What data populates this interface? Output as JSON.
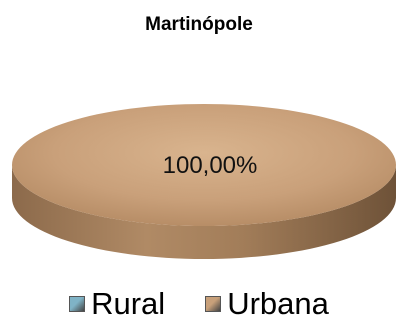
{
  "chart_data": {
    "type": "pie",
    "title": "Martinópole",
    "categories": [
      "Rural",
      "Urbana"
    ],
    "values": [
      0,
      100
    ],
    "data_labels": [
      "",
      "100,00%"
    ],
    "colors": {
      "Rural": "#7fb3c6",
      "Urbana": "#c8a07a"
    },
    "style": "3d",
    "legend_position": "bottom"
  }
}
